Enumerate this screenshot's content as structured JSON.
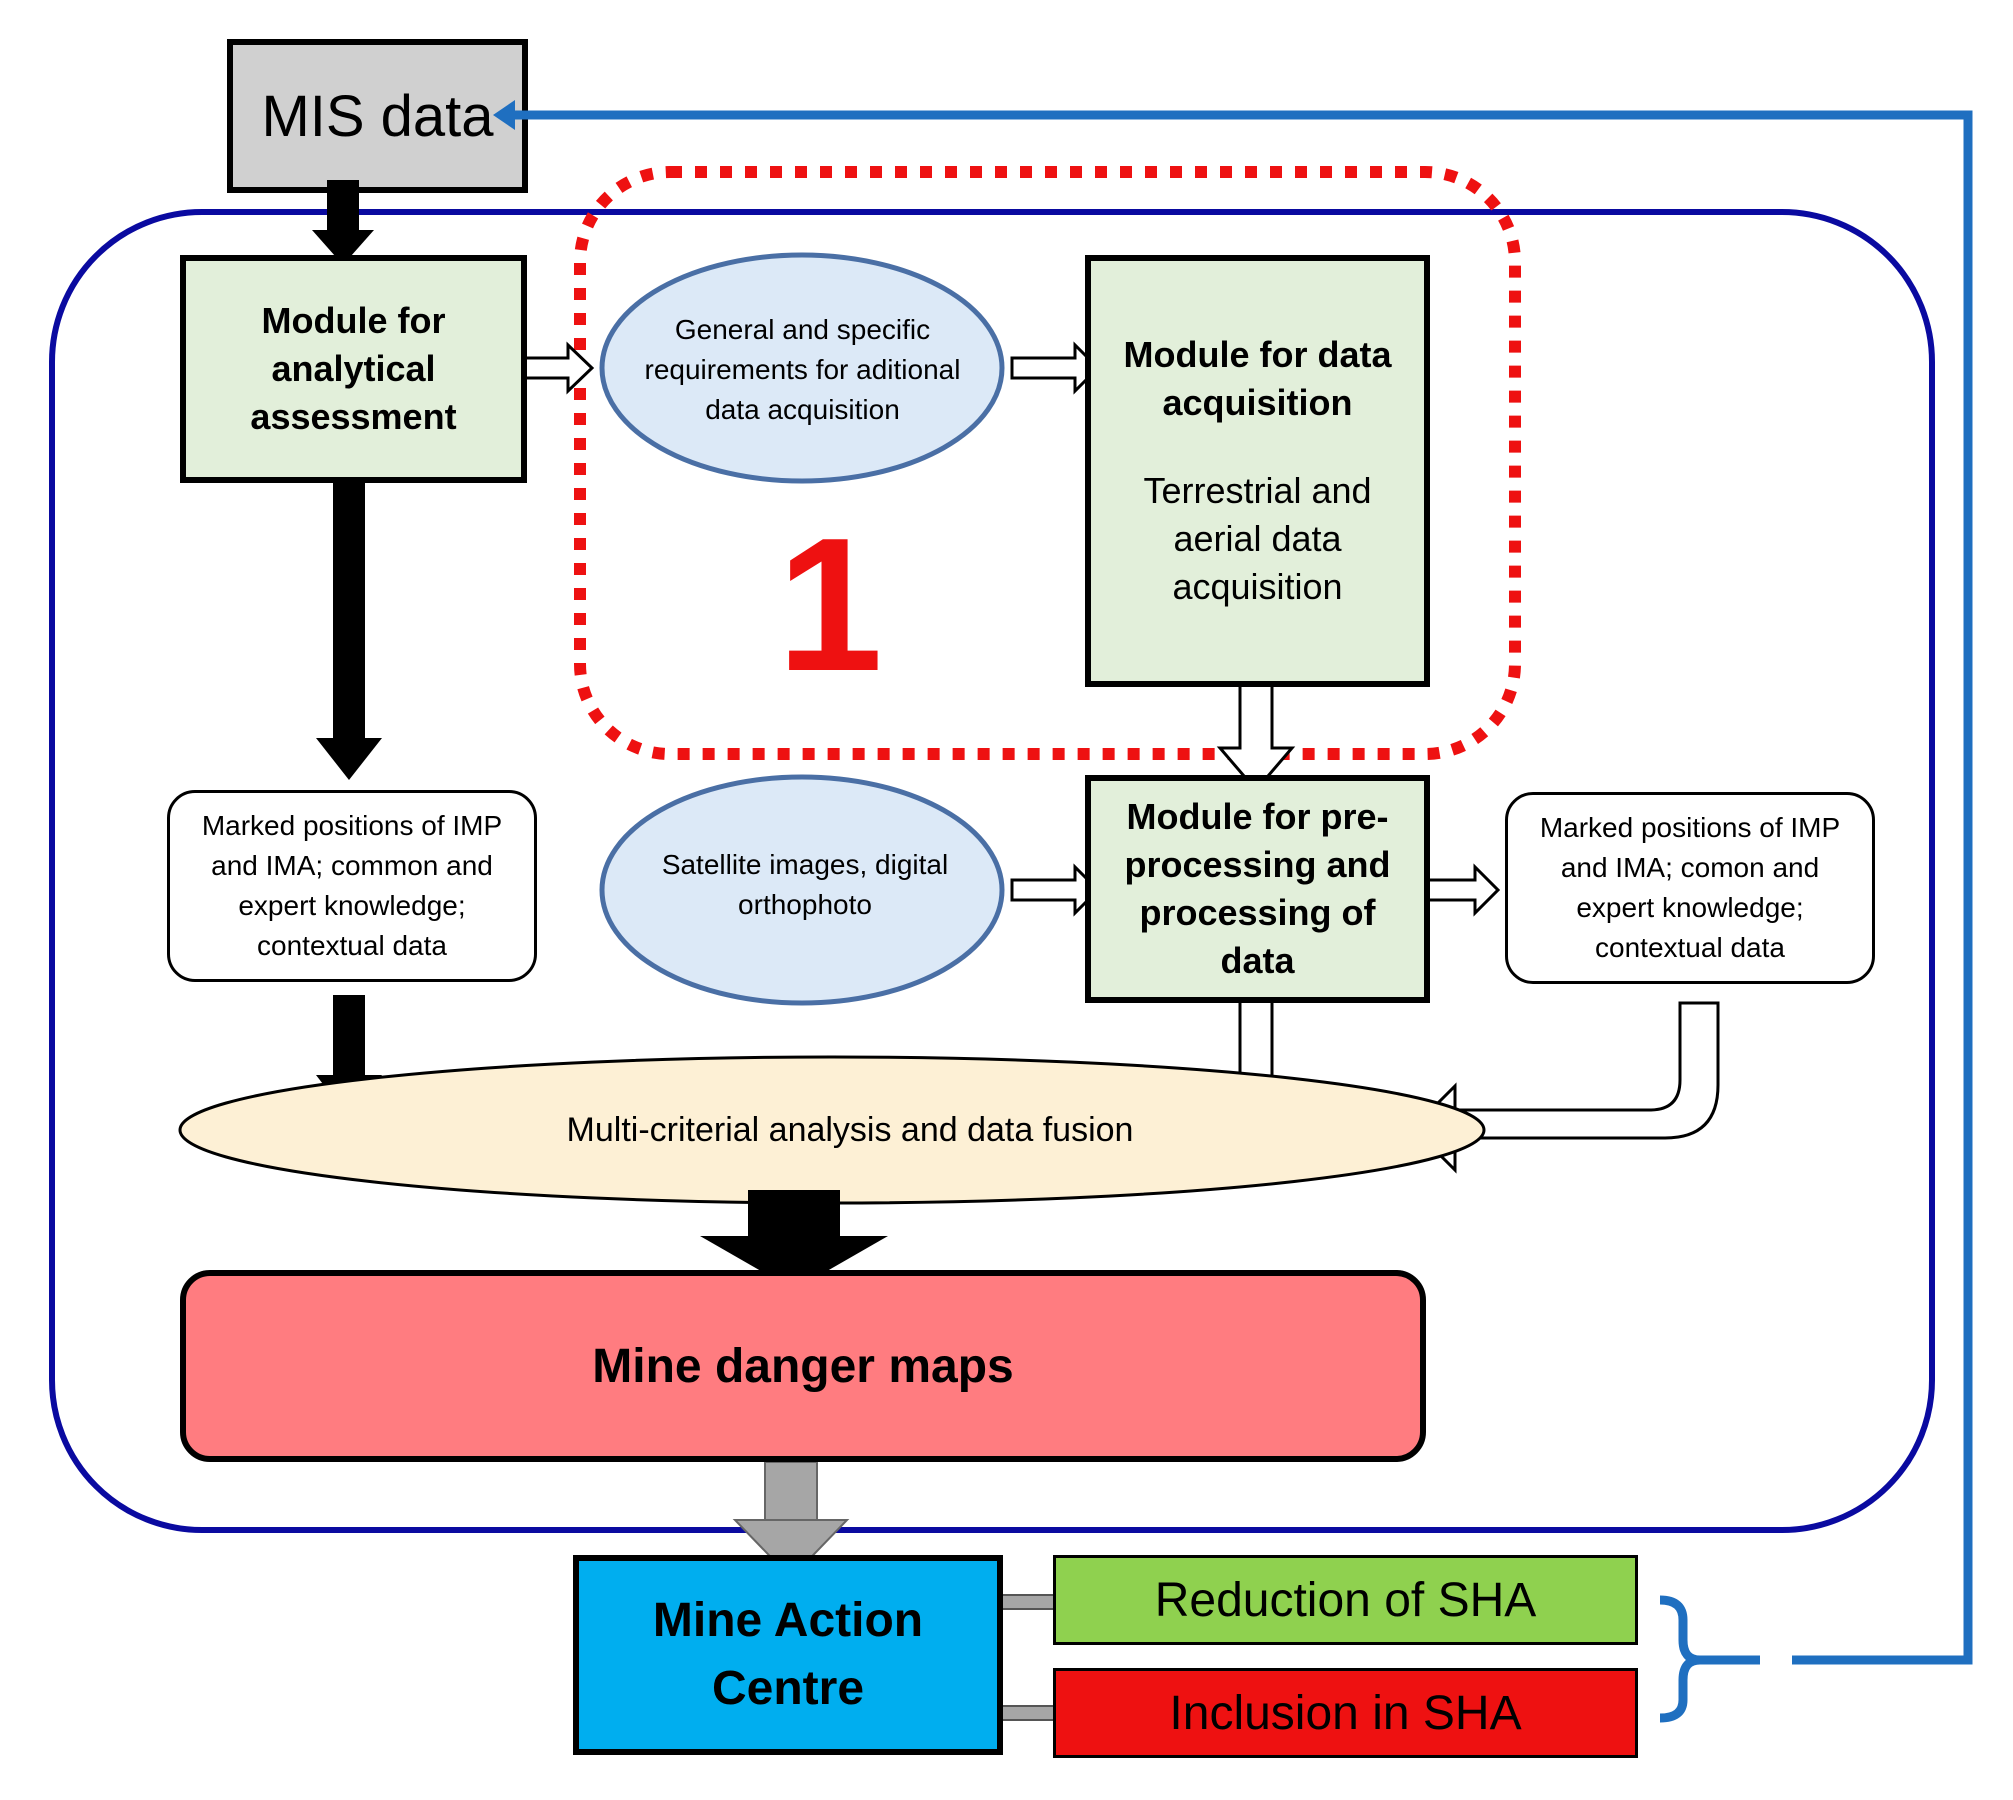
{
  "mis_data": {
    "label": "MIS data",
    "fill": "#d0d0d0"
  },
  "analytical_module": {
    "label": "Module for analytical assessment"
  },
  "requirements": {
    "label": "General and specific requirements for aditional data acquisition"
  },
  "highlight_number": {
    "label": "1",
    "color": "#ee1111"
  },
  "acquisition_module": {
    "title": "Module for data acquisition",
    "subtitle": "Terrestrial and aerial data acquisition"
  },
  "marked_left": {
    "label": "Marked positions of IMP and IMA; common and expert knowledge; contextual data"
  },
  "satellite": {
    "label": "Satellite images, digital orthophoto"
  },
  "processing_module": {
    "label": "Module for pre-processing and processing of data"
  },
  "marked_right": {
    "label": "Marked positions of IMP and IMA; comon and expert knowledge; contextual data"
  },
  "fusion": {
    "label": "Multi-criterial analysis and data fusion",
    "fill": "#fdf0d5"
  },
  "danger_maps": {
    "label": "Mine danger maps",
    "fill": "#ff7c80"
  },
  "action_centre": {
    "label": "Mine Action Centre",
    "fill": "#00aeef"
  },
  "reduction": {
    "label": "Reduction of SHA",
    "fill": "#8fd14f"
  },
  "inclusion": {
    "label": "Inclusion in SHA",
    "fill": "#ee1111"
  },
  "colors": {
    "outer_frame": "#0a0aa0",
    "feedback_line": "#1f6fc0",
    "ellipse_fill": "#dce9f7",
    "ellipse_stroke": "#4a6fa5"
  }
}
